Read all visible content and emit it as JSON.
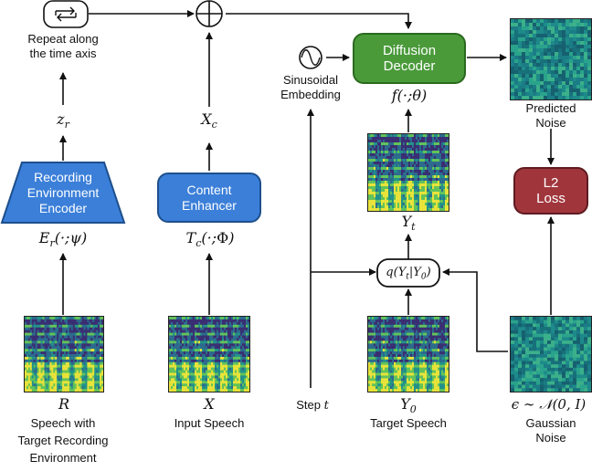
{
  "labels": {
    "repeat_line1": "Repeat along",
    "repeat_line2": "the time axis",
    "z_r": "z_r",
    "x_c": "X_c",
    "recording_line1": "Recording",
    "recording_line2": "Environment",
    "recording_line3": "Encoder",
    "content_line1": "Content",
    "content_line2": "Enhancer",
    "e_r": "E_r(·;ψ)",
    "t_c": "T_c(·;Φ)",
    "sinusoidal_line1": "Sinusoidal",
    "sinusoidal_line2": "Embedding",
    "diffusion_line1": "Diffusion",
    "diffusion_line2": "Decoder",
    "f_theta": "f(·;θ)",
    "predicted_line1": "Predicted",
    "predicted_line2": "Noise",
    "loss_line1": "L2",
    "loss_line2": "Loss",
    "y_t": "Y_t",
    "q": "q(Y_t|Y_0)",
    "r": "R",
    "x": "X",
    "y0": "Y_0",
    "eps": "ϵ ∼ 𝒩(0, I)",
    "step": "Step t",
    "speech_line1": "Speech with",
    "speech_line2": "Target Recording",
    "speech_line3": "Environment",
    "input_speech": "Input Speech",
    "target_speech": "Target Speech",
    "gaussian_line1": "Gaussian",
    "gaussian_line2": "Noise"
  },
  "colors": {
    "blue_fill": "#3b7fd9",
    "blue_border": "#1d4f8c",
    "green_fill": "#4a9a3a",
    "green_border": "#2a6a1f",
    "red_fill": "#a0363c",
    "red_border": "#5e1b20",
    "noise_base": "#1f8a8c"
  }
}
